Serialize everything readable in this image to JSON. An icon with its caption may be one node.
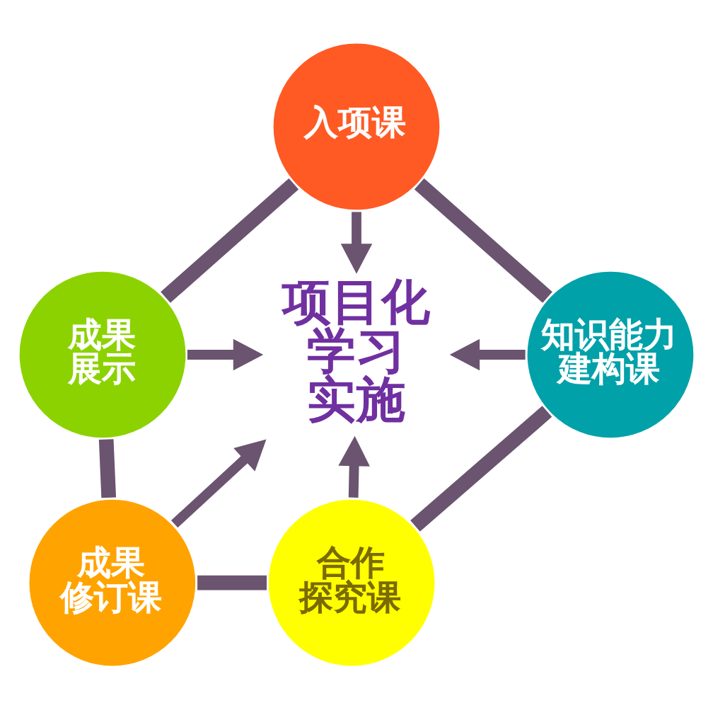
{
  "diagram": {
    "nodes": [
      {
        "text": [
          "入项课"
        ]
      },
      {
        "text": [
          "成果展示"
        ]
      },
      {
        "text": [
          "知识能力建构课"
        ]
      },
      {
        "text": [
          "项目化学习实施"
        ]
      },
      {
        "text": [
          "成果修订课"
        ]
      },
      {
        "text": [
          "合作探究课"
        ]
      }
    ],
    "edges": [
      {
        "from": 0,
        "to": 3,
        "arrow": "to"
      },
      {
        "from": 2,
        "to": 3,
        "arrow": "to"
      },
      {
        "from": 5,
        "to": 3,
        "arrow": "to"
      },
      {
        "from": 4,
        "to": 3,
        "arrow": "to"
      },
      {
        "from": 1,
        "to": 3,
        "arrow": "to"
      },
      {
        "from": 0,
        "to": 2,
        "arrow": "none"
      },
      {
        "from": 2,
        "to": 5,
        "arrow": "none"
      },
      {
        "from": 4,
        "to": 5,
        "arrow": "none"
      },
      {
        "from": 1,
        "to": 4,
        "arrow": "none"
      },
      {
        "from": 0,
        "to": 1,
        "arrow": "none"
      }
    ]
  }
}
